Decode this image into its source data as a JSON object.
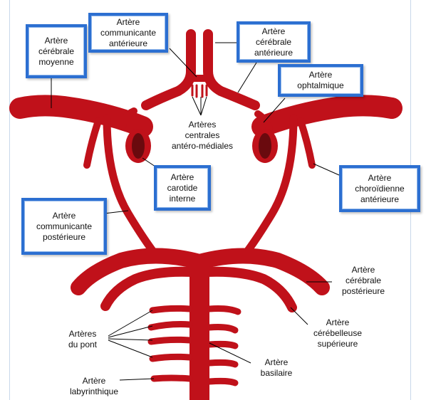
{
  "colors": {
    "artery": "#c0111a",
    "artery_dark": "#6a0a0e",
    "box_border": "#2c6fd1",
    "leader": "#000000"
  },
  "labels": {
    "cerebrale_moyenne": [
      "Artère",
      "cérébrale",
      "moyenne"
    ],
    "communicante_anterieure": [
      "Artère",
      "communicante",
      "antérieure"
    ],
    "cerebrale_anterieure": [
      "Artère",
      "cérébrale",
      "antérieure"
    ],
    "ophtalmique": [
      "Artère",
      "ophtalmique"
    ],
    "centrales_antero_mediales": [
      "Artères",
      "centrales",
      "antéro-médiales"
    ],
    "carotide_interne": [
      "Artère",
      "carotide",
      "interne"
    ],
    "choroidienne_anterieure": [
      "Artère",
      "choroïdienne",
      "antérieure"
    ],
    "communicante_posterieure": [
      "Artère",
      "communicante",
      "postérieure"
    ],
    "cerebrale_posterieure": [
      "Artère",
      "cérébrale",
      "postérieure"
    ],
    "cerebelleuse_superieure": [
      "Artère",
      "cérébelleuse",
      "supérieure"
    ],
    "arteres_du_pont": [
      "Artères",
      "du pont"
    ],
    "basilaire": [
      "Artère",
      "basilaire"
    ],
    "labyrinthique": [
      "Artère",
      "labyrinthique"
    ]
  }
}
